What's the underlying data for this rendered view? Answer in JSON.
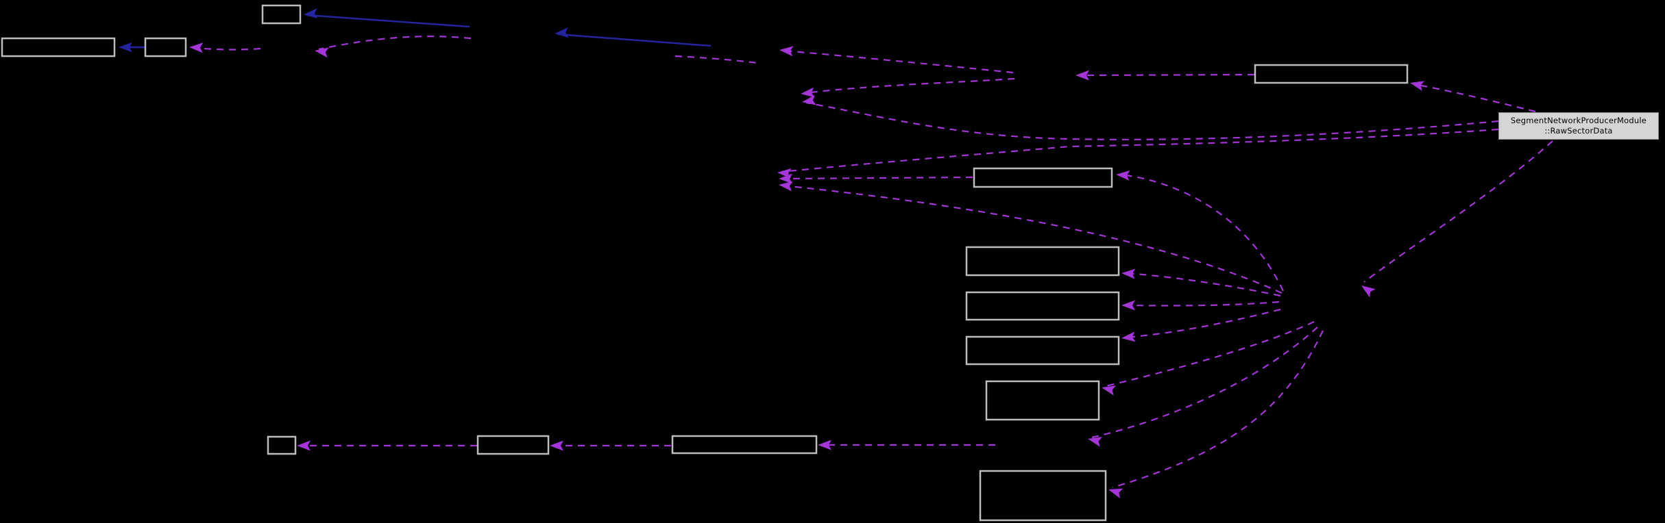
{
  "diagram": {
    "type": "collaboration-graph",
    "background_color": "#000000",
    "node_border_color": "#BDBDBD",
    "node_fill_color": "#000000",
    "edge_colors": {
      "usage_dashed": "#A435D8",
      "inheritance_solid": "#24249E"
    },
    "highlighted_node": {
      "label_line1": "SegmentNetworkProducerModule",
      "label_line2": "::RawSectorData",
      "fill": "#D5D5D5",
      "border": "#8C8C8C",
      "text_color": "#000000"
    },
    "nodes": [
      {
        "id": "box-top",
        "label": ""
      },
      {
        "id": "box-left-wide",
        "label": ""
      },
      {
        "id": "box-left-small",
        "label": ""
      },
      {
        "id": "box-upper-right",
        "label": ""
      },
      {
        "id": "box-mid",
        "label": ""
      },
      {
        "id": "box-stack-1",
        "label": ""
      },
      {
        "id": "box-stack-2",
        "label": ""
      },
      {
        "id": "box-stack-3",
        "label": ""
      },
      {
        "id": "box-lower",
        "label": ""
      },
      {
        "id": "box-bottom-tall",
        "label": ""
      },
      {
        "id": "box-chain-small",
        "label": ""
      },
      {
        "id": "box-chain-mid",
        "label": ""
      },
      {
        "id": "box-chain-wide",
        "label": ""
      }
    ],
    "edge_counts": {
      "dashed_usage_edges": 18,
      "solid_inheritance_edges": 3
    }
  }
}
